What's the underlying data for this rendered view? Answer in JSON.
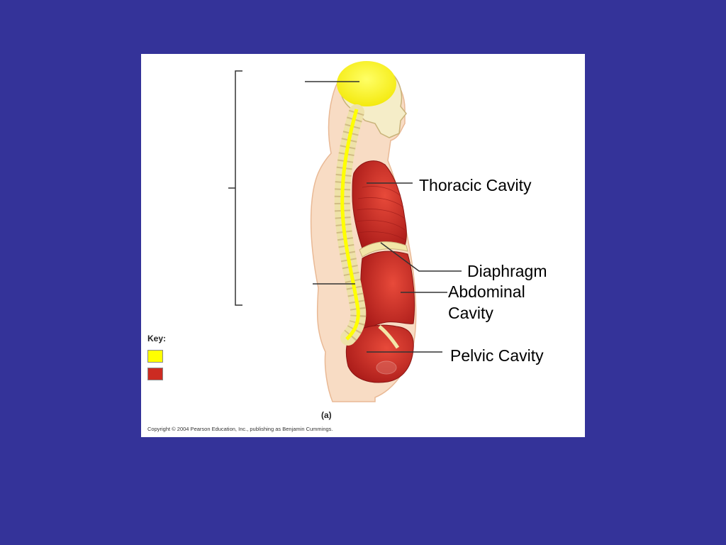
{
  "labels": {
    "thoracic": "Thoracic Cavity",
    "diaphragm": "Diaphragm",
    "abdominal_line1": "Abdominal",
    "abdominal_line2": "Cavity",
    "pelvic": "Pelvic Cavity"
  },
  "key": {
    "title": "Key:",
    "swatches": [
      {
        "color": "#ffff00"
      },
      {
        "color": "#cc2b22"
      }
    ]
  },
  "panel_letter": "(a)",
  "copyright": "Copyright © 2004 Pearson Education, Inc., publishing as Benjamin Cummings.",
  "colors": {
    "background": "#343399",
    "figure_background": "#ffffff",
    "dorsal_cavity": "#ffff00",
    "ventral_cavity": "#cc2b22",
    "skin": "#f8dcc4"
  }
}
